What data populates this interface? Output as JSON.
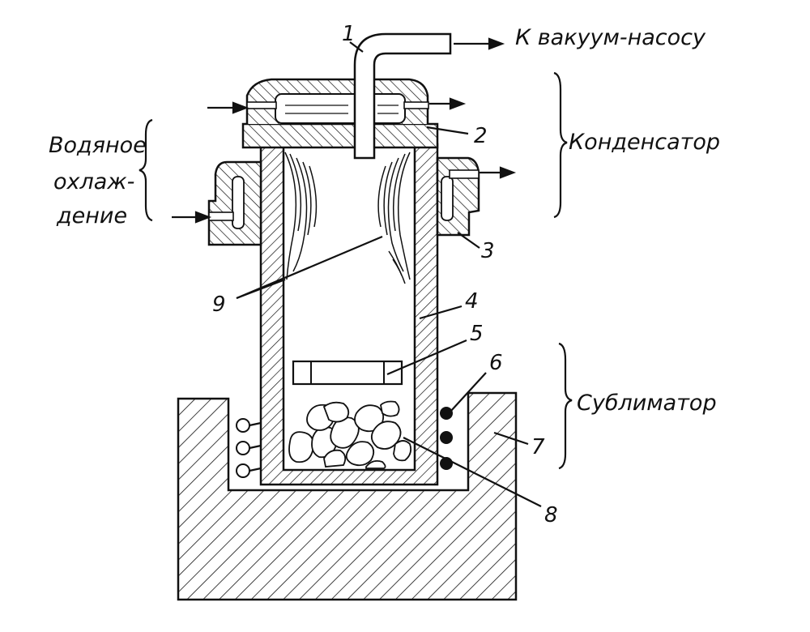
{
  "labels": {
    "vacuum": "К вакуум-насосу",
    "cooling_line1": "Водяное",
    "cooling_line2": "охлаж-",
    "cooling_line3": "дение",
    "condenser": "Конденсатор",
    "sublimator": "Сублиматор"
  },
  "numbers": {
    "n1": "1",
    "n2": "2",
    "n3": "3",
    "n4": "4",
    "n5": "5",
    "n6": "6",
    "n7": "7",
    "n8": "8",
    "n9": "9"
  },
  "colors": {
    "ink": "#111111",
    "paper": "#ffffff"
  }
}
